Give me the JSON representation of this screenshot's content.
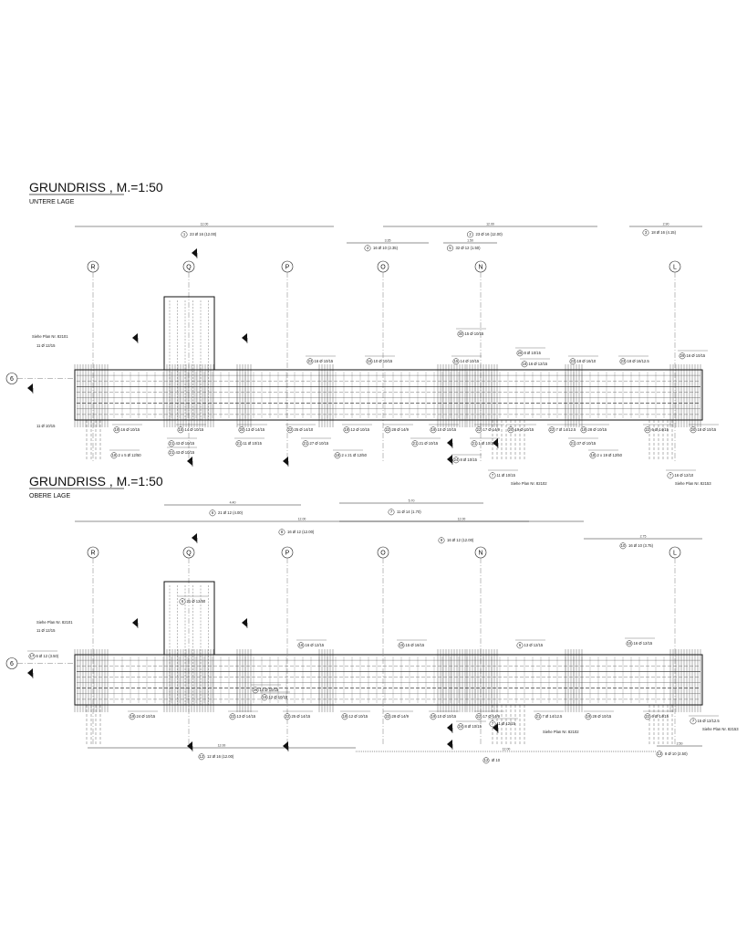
{
  "plans": [
    {
      "title": "GRUNDRISS , M.=1:50",
      "subtitle": "UNTERE LAGE",
      "row_axis": "6",
      "axes": [
        "R",
        "Q",
        "P",
        "O",
        "N",
        "L"
      ],
      "top_bars": [
        {
          "n": "1",
          "text": "23 Ø 16 (12.00)",
          "dim": "12.00"
        },
        {
          "n": "2",
          "text": "23 Ø 16 (12.00)",
          "dim": "12.00"
        },
        {
          "n": "3",
          "text": "18 Ø 16 (4.15)",
          "dim": "2.90"
        },
        {
          "n": "4",
          "text": "16 Ø 10 (2.35)",
          "dim": "3.35"
        },
        {
          "n": "5",
          "text": "32 Ø 12 (1.50)",
          "dim": "1.50"
        }
      ],
      "labels": [
        {
          "n": "19",
          "text": "16 Ø 10/15"
        },
        {
          "n": "15",
          "text": "14 Ø 10/15"
        },
        {
          "n": "20",
          "text": "13 Ø 14/15"
        },
        {
          "n": "22",
          "text": "25 Ø 14/10"
        },
        {
          "n": "19",
          "text": "12 Ø 10/15"
        },
        {
          "n": "22",
          "text": "28 Ø 14/9"
        },
        {
          "n": "19",
          "text": "10 Ø 10/15"
        },
        {
          "n": "22",
          "text": "17 Ø 14/9"
        },
        {
          "n": "20",
          "text": "19 Ø 10/15"
        },
        {
          "n": "22",
          "text": "7 Ø 14/12.5"
        },
        {
          "n": "19",
          "text": "28 Ø 10/15"
        },
        {
          "n": "22",
          "text": "6 Ø 14/15"
        },
        {
          "n": "20",
          "text": "18 Ø 10/15"
        },
        {
          "n": "21",
          "text": "43 Ø 10/15"
        },
        {
          "n": "21",
          "text": "43 Ø 10/15"
        },
        {
          "n": "21",
          "text": "11 Ø 10/15"
        },
        {
          "n": "21",
          "text": "27 Ø 10/15"
        },
        {
          "n": "21",
          "text": "21 Ø 10/15"
        },
        {
          "n": "21",
          "text": "1 Ø 10/15"
        },
        {
          "n": "21",
          "text": "37 Ø 10/15"
        },
        {
          "n": "18",
          "text": "2 x 5 Ø 12/50"
        },
        {
          "n": "18",
          "text": "2 x 21 Ø 12/50"
        },
        {
          "n": "18",
          "text": "2 x 19 Ø 12/50"
        },
        {
          "n": "24",
          "text": "8 Ø 10/15"
        },
        {
          "n": "7",
          "text": "11 Ø 10/15"
        },
        {
          "n": "7",
          "text": "16 Ø 12/10"
        },
        {
          "n": "23",
          "text": "16 Ø 10/15"
        },
        {
          "n": "16",
          "text": "10 Ø 10/15"
        },
        {
          "n": "15",
          "text": "14 Ø 10/15"
        },
        {
          "n": "25",
          "text": "8 Ø 10/15"
        },
        {
          "n": "16",
          "text": "16 Ø 12/15"
        },
        {
          "n": "23",
          "text": "18 Ø 16/10"
        },
        {
          "n": "23",
          "text": "18 Ø 16/12.5"
        },
        {
          "n": "29",
          "text": "16 Ø 10/15"
        },
        {
          "n": "30",
          "text": "15 Ø 10/15"
        }
      ],
      "notes": [
        "Siehe Plan Nr. 82101",
        "11 Ø 12/15",
        "11 Ø 10/15",
        "Siehe Plan Nr. 82102",
        "Siehe Plan Nr. 82153"
      ]
    },
    {
      "title": "GRUNDRISS , M.=1:50",
      "subtitle": "OBERE LAGE",
      "row_axis": "6",
      "axes": [
        "R",
        "Q",
        "P",
        "O",
        "N",
        "L"
      ],
      "top_bars": [
        {
          "n": "6",
          "text": "21 Ø 12 (4.00)",
          "dim": "4.40"
        },
        {
          "n": "8",
          "text": "16 Ø 12 (12.00)",
          "dim": "12.00"
        },
        {
          "n": "7",
          "text": "11 Ø 14 (1.70)",
          "dim": "5.70"
        },
        {
          "n": "9",
          "text": "16 Ø 12 (12.00)",
          "dim": "12.00"
        },
        {
          "n": "10",
          "text": "16 Ø 10 (3.75)",
          "dim": "2.75"
        },
        {
          "n": "12",
          "text": "12 Ø 16 (12.00)",
          "dim": "12.00"
        },
        {
          "n": "12",
          "text": "Ø 10",
          "dim": "12.00"
        },
        {
          "n": "13",
          "text": "8 Ø 10 (2.50)",
          "dim": "2.50"
        }
      ],
      "labels": [
        {
          "n": "19",
          "text": "24 Ø 10/15"
        },
        {
          "n": "22",
          "text": "13 Ø 14/15"
        },
        {
          "n": "22",
          "text": "25 Ø 14/15"
        },
        {
          "n": "19",
          "text": "12 Ø 10/15"
        },
        {
          "n": "22",
          "text": "28 Ø 14/9"
        },
        {
          "n": "19",
          "text": "10 Ø 10/15"
        },
        {
          "n": "22",
          "text": "17 Ø 14/9"
        },
        {
          "n": "24",
          "text": "8 Ø 10/15"
        },
        {
          "n": "21",
          "text": "7 Ø 14/12.5"
        },
        {
          "n": "19",
          "text": "28 Ø 10/15"
        },
        {
          "n": "22",
          "text": "6 Ø 14/15"
        },
        {
          "n": "7",
          "text": "11 Ø 12/15"
        },
        {
          "n": "7",
          "text": "15 Ø 12/12.5"
        },
        {
          "n": "26",
          "text": "14 Ø 10/15"
        },
        {
          "n": "17",
          "text": "6 Ø 12 (3.50)"
        },
        {
          "n": "6",
          "text": "21 Ø 12/50"
        },
        {
          "n": "16",
          "text": "16 Ø 12/15"
        },
        {
          "n": "15",
          "text": "15 Ø 16/15"
        },
        {
          "n": "6",
          "text": "13 Ø 12/15"
        },
        {
          "n": "15",
          "text": "16 Ø 12/15"
        },
        {
          "n": "15",
          "text": "12 Ø 10/15"
        }
      ],
      "notes": [
        "Siehe Plan Nr. 82101",
        "11 Ø 12/15",
        "Siehe Plan Nr. 82102",
        "Siehe Plan Nr. 82153"
      ]
    }
  ]
}
